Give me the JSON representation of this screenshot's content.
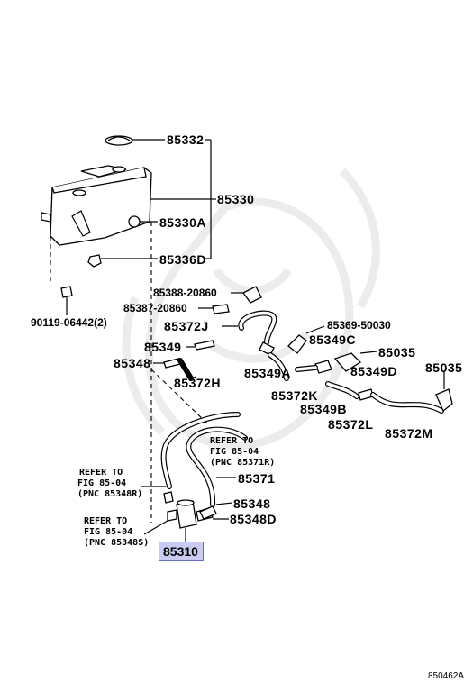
{
  "diagram": {
    "labels": {
      "p85332": "85332",
      "p85330": "85330",
      "p85330A": "85330A",
      "p85336D": "85336D",
      "p90119": "90119-06442(2)",
      "p85388": "85388-20860",
      "p85387": "85387-20860",
      "p85372J": "85372J",
      "p85349": "85349",
      "p85348": "85348",
      "p85372H": "85372H",
      "p85369": "85369-50030",
      "p85349C": "85349C",
      "p85035a": "85035",
      "p85035b": "85035",
      "p85349A": "85349A",
      "p85349D": "85349D",
      "p85372K": "85372K",
      "p85349B": "85349B",
      "p85372L": "85372L",
      "p85372M": "85372M",
      "p85371": "85371",
      "p85348b": "85348",
      "p85348D": "85348D",
      "p85310": "85310"
    },
    "refs": {
      "ref1_line1": "REFER TO",
      "ref1_line2": "FIG 85-04",
      "ref1_line3": "(PNC 85371R)",
      "ref2_line1": "REFER TO",
      "ref2_line2": "FIG 85-04",
      "ref2_line3": "(PNC 85348R)",
      "ref3_line1": "REFER TO",
      "ref3_line2": "FIG 85-04",
      "ref3_line3": "(PNC 85348S)"
    },
    "highlighted_part": "85310",
    "diagram_code": "850462A",
    "colors": {
      "highlight_fill": "#c9cbf2",
      "highlight_border": "#6b6fc0",
      "ink": "#000000"
    }
  }
}
